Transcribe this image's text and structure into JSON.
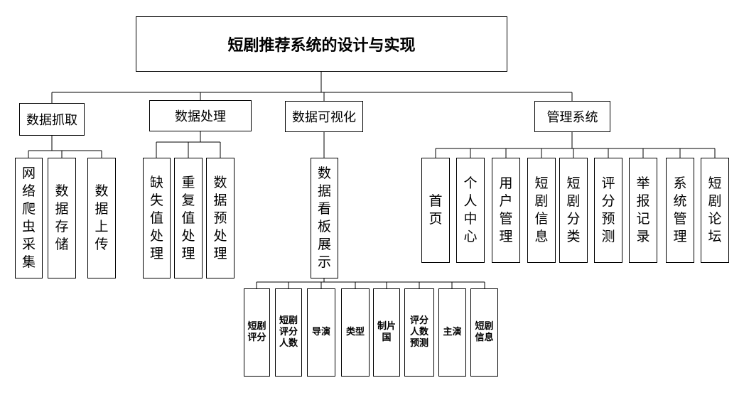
{
  "root": "短剧推荐系统的设计与实现",
  "modules": {
    "crawl": {
      "title": "数据抓取",
      "children": [
        "网络爬虫采集",
        "数据存储",
        "数据上传"
      ]
    },
    "process": {
      "title": "数据处理",
      "children": [
        "缺失值处理",
        "重复值处理",
        "数据预处理"
      ]
    },
    "visual": {
      "title": "数据可视化",
      "child": "数据看板展示",
      "grandchildren": [
        "短剧评分",
        "短剧评分人数",
        "导演",
        "类型",
        "制片国",
        "评分人数预测",
        "主演",
        "短剧信息"
      ]
    },
    "admin": {
      "title": "管理系统",
      "children": [
        "首页",
        "个人中心",
        "用户管理",
        "短剧信息",
        "短剧分类",
        "评分预测",
        "举报记录",
        "系统管理",
        "短剧论坛"
      ]
    }
  }
}
